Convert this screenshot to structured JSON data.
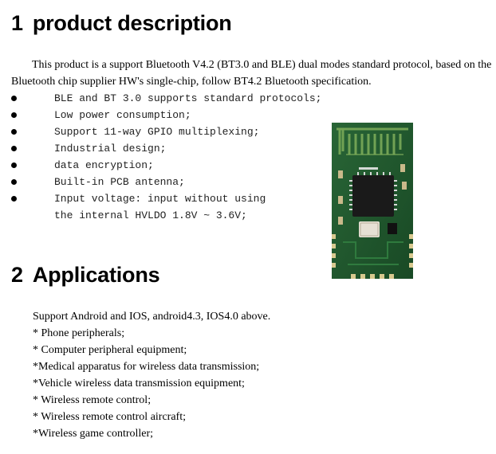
{
  "section1": {
    "number": "1",
    "title": "product description",
    "intro": "This product is a support Bluetooth V4.2 (BT3.0 and BLE) dual modes standard protocol, based on the Bluetooth chip supplier HW's single-chip, follow BT4.2 Bluetooth specification.",
    "bullets": [
      "BLE and BT 3.0 supports standard protocols;",
      "Low power consumption;",
      "Support 11-way GPIO multiplexing;",
      "Industrial design;",
      "data encryption;",
      "Built-in PCB antenna;",
      "Input voltage: input without using",
      "the internal HVLDO 1.8V ~ 3.6V;"
    ]
  },
  "section2": {
    "number": "2",
    "title": "Applications",
    "intro": "Support Android and IOS, android4.3, IOS4.0 above.",
    "items": [
      "* Phone peripherals;",
      "* Computer peripheral equipment;",
      " *Medical apparatus for wireless data transmission;",
      " *Vehicle wireless data transmission equipment;",
      "* Wireless remote control;",
      "* Wireless remote control aircraft;",
      " *Wireless game controller;"
    ]
  },
  "colors": {
    "pcb_green": "#1f5a2e",
    "antenna_trace": "#7fae5a",
    "chip": "#1a1a1a"
  }
}
